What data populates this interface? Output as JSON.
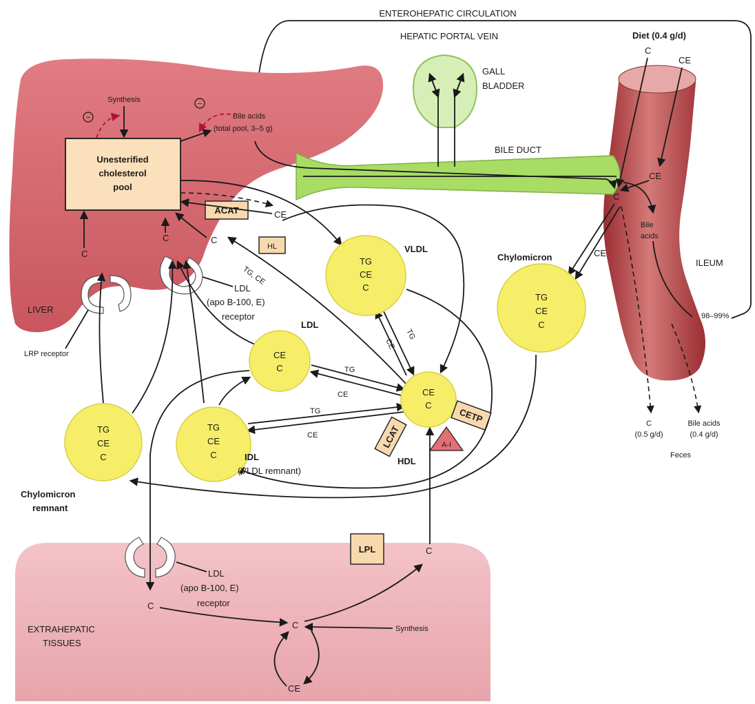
{
  "top": {
    "enterohepatic": "ENTEROHEPATIC CIRCULATION",
    "portal_vein": "HEPATIC PORTAL VEIN",
    "gall_bladder": [
      "GALL",
      "BLADDER"
    ],
    "bile_duct": "BILE DUCT"
  },
  "liver": {
    "label": "LIVER",
    "synthesis": "Synthesis",
    "minus": "−",
    "bile_acids": [
      "Bile acids",
      "(total pool, 3–5 g)"
    ],
    "pool": [
      "Unesterified",
      "cholesterol",
      "pool"
    ],
    "acat": "ACAT",
    "ce": "CE",
    "c": "C",
    "hl": "HL",
    "tg_ce": "TG, CE",
    "ldl_receptor": [
      "LDL",
      "(apo B-100, E)",
      "receptor"
    ],
    "lrp": "LRP receptor"
  },
  "intestine": {
    "diet": "Diet (0.4 g/d)",
    "c": "C",
    "ce": "CE",
    "bile_acids": [
      "Bile",
      "acids"
    ],
    "ileum": "ILEUM",
    "reabsorbed": "98–99%",
    "feces_c": [
      "C",
      "(0.5 g/d)"
    ],
    "feces_ba": [
      "Bile acids",
      "(0.4 g/d)"
    ],
    "feces": "Feces"
  },
  "lipoproteins": {
    "vldl": {
      "name": "VLDL",
      "contents": [
        "TG",
        "CE",
        "C"
      ]
    },
    "chylomicron": {
      "name": "Chylomicron",
      "contents": [
        "TG",
        "CE",
        "C"
      ]
    },
    "ldl": {
      "name": "LDL",
      "contents": [
        "CE",
        "C"
      ]
    },
    "hdl": {
      "name": "HDL",
      "contents": [
        "CE",
        "C"
      ]
    },
    "idl": {
      "name": [
        "IDL",
        "(VLDL remnant)"
      ],
      "contents": [
        "TG",
        "CE",
        "C"
      ]
    },
    "remnant": {
      "name": [
        "Chylomicron",
        "remnant"
      ],
      "contents": [
        "TG",
        "CE",
        "C"
      ]
    }
  },
  "exchange": {
    "tg": "TG",
    "ce": "CE",
    "cetp": "CETP",
    "lcat": "LCAT",
    "apo_ai": "A-I"
  },
  "extrahepatic": {
    "label": [
      "EXTRAHEPATIC",
      "TISSUES"
    ],
    "lpl": "LPL",
    "ldl_receptor": [
      "LDL",
      "(apo B-100, E)",
      "receptor"
    ],
    "c": "C",
    "ce": "CE",
    "synthesis": "Synthesis"
  },
  "colors": {
    "liver": "#d4646b",
    "tissue": "#f0b9bf",
    "bile": "#a8dc64",
    "particle": "#f6ee68",
    "pool_box": "#fbe0bc",
    "ileum": "#b8454a",
    "inhibition": "#b3123a"
  }
}
